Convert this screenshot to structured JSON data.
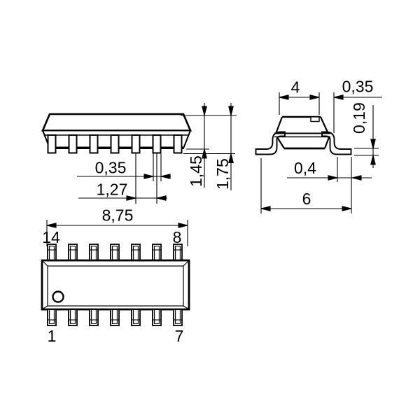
{
  "drawing": {
    "side_view": {
      "dimensions": {
        "lead_width": "0,35",
        "lead_pitch": "1,27",
        "body_height": "1,45",
        "overall_height": "1,75"
      }
    },
    "end_view": {
      "dimensions": {
        "body_width": "4",
        "lead_shoulder": "0,35",
        "lead_thickness": "0,19",
        "foot_length": "0,4",
        "lead_span": "6"
      }
    },
    "top_view": {
      "dimensions": {
        "body_length": "8,75"
      },
      "pin_labels": {
        "top_left": "14",
        "top_right": "8",
        "bottom_left": "1",
        "bottom_right": "7"
      }
    },
    "colors": {
      "line": "#000000",
      "background": "#ffffff"
    }
  }
}
